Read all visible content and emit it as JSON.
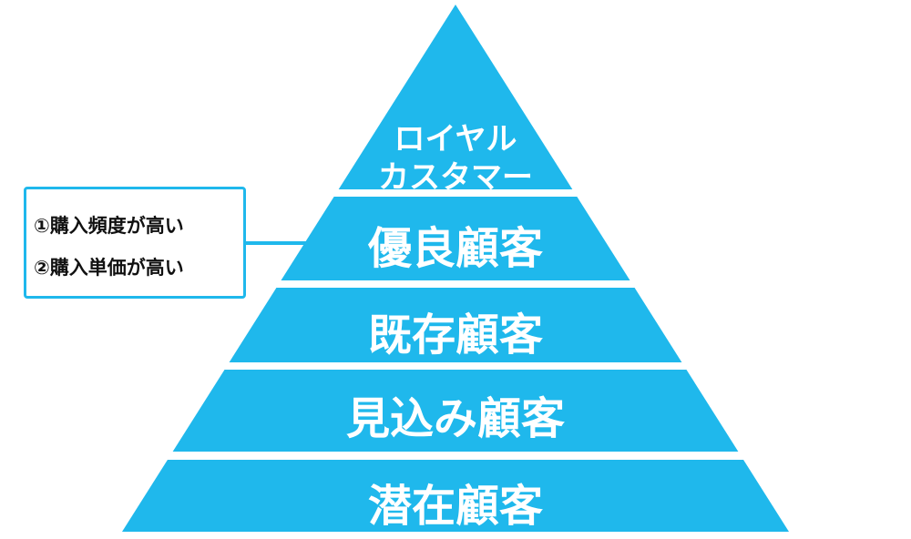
{
  "colors": {
    "pyramid": "#1fb8ec",
    "callout_border": "#1fb8ec",
    "text": "#ffffff"
  },
  "pyramid": {
    "levels": [
      {
        "line1": "ロイヤル",
        "line2": "カスタマー"
      },
      {
        "label": "優良顧客"
      },
      {
        "label": "既存顧客"
      },
      {
        "label": "見込み顧客"
      },
      {
        "label": "潜在顧客"
      }
    ]
  },
  "callout": {
    "items": [
      "①購入頻度が高い",
      "②購入単価が高い"
    ]
  }
}
